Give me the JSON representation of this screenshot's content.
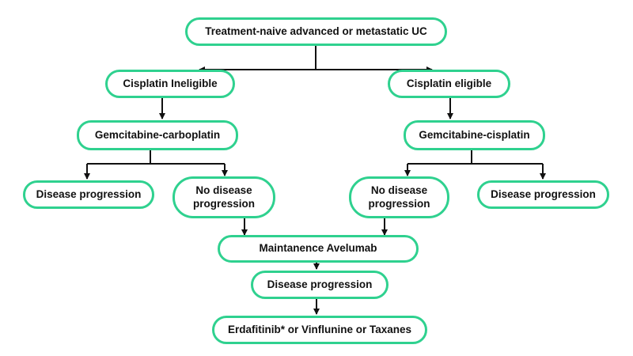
{
  "colors": {
    "node_border": "#2fd18f",
    "connector": "#111111",
    "text": "#111111",
    "background": "#ffffff"
  },
  "nodes": {
    "root": "Treatment-naive advanced or metastatic UC",
    "ineligible": "Cisplatin Ineligible",
    "eligible": "Cisplatin eligible",
    "gem_carbo": "Gemcitabine-carboplatin",
    "gem_cis": "Gemcitabine-cisplatin",
    "left_progression": "Disease progression",
    "left_no_progression": "No disease progression",
    "right_no_progression": "No disease progression",
    "right_progression": "Disease progression",
    "maintenance": "Maintanence Avelumab",
    "maint_progression": "Disease progression",
    "final": "Erdafitinib* or Vinflunine or Taxanes"
  }
}
